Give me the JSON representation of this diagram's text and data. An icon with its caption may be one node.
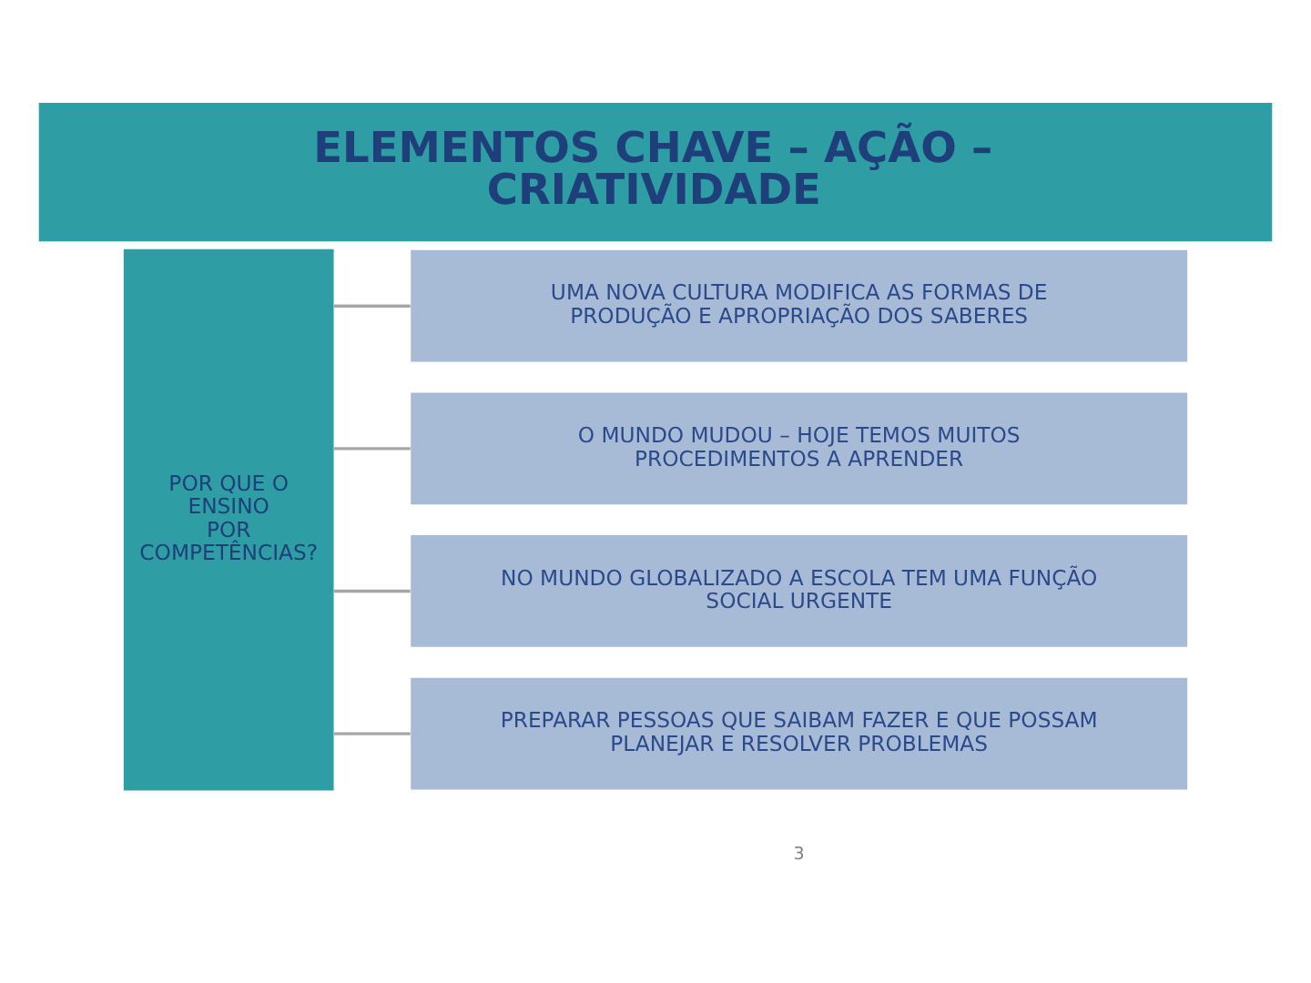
{
  "diagram": {
    "title": "ELEMENTOS CHAVE – AÇÃO – CRIATIVIDADE",
    "nodes": [
      {
        "text": [
          "POR QUE O ENSINO POR COMPETÊNCIAS?"
        ]
      },
      {
        "text": [
          "UMA NOVA CULTURA MODIFICA AS FORMAS DE PRODUÇÃO E APROPRIAÇÃO DOS SABERES"
        ]
      },
      {
        "text": [
          "O MUNDO MUDOU – HOJE TEMOS MUITOS PROCEDIMENTOS A APRENDER"
        ]
      },
      {
        "text": [
          "NO MUNDO GLOBALIZADO A ESCOLA TEM UMA FUNÇÃO SOCIAL URGENTE"
        ]
      },
      {
        "text": [
          "PREPARAR PESSOAS QUE SAIBAM FAZER E QUE POSSAM PLANEJAR E RESOLVER PROBLEMAS"
        ]
      }
    ],
    "edges": [
      {
        "from": 0,
        "to": 1,
        "arrow": "none"
      },
      {
        "from": 0,
        "to": 2,
        "arrow": "none"
      },
      {
        "from": 0,
        "to": 3,
        "arrow": "none"
      },
      {
        "from": 0,
        "to": 4,
        "arrow": "none"
      }
    ],
    "labels": [
      "3"
    ]
  }
}
